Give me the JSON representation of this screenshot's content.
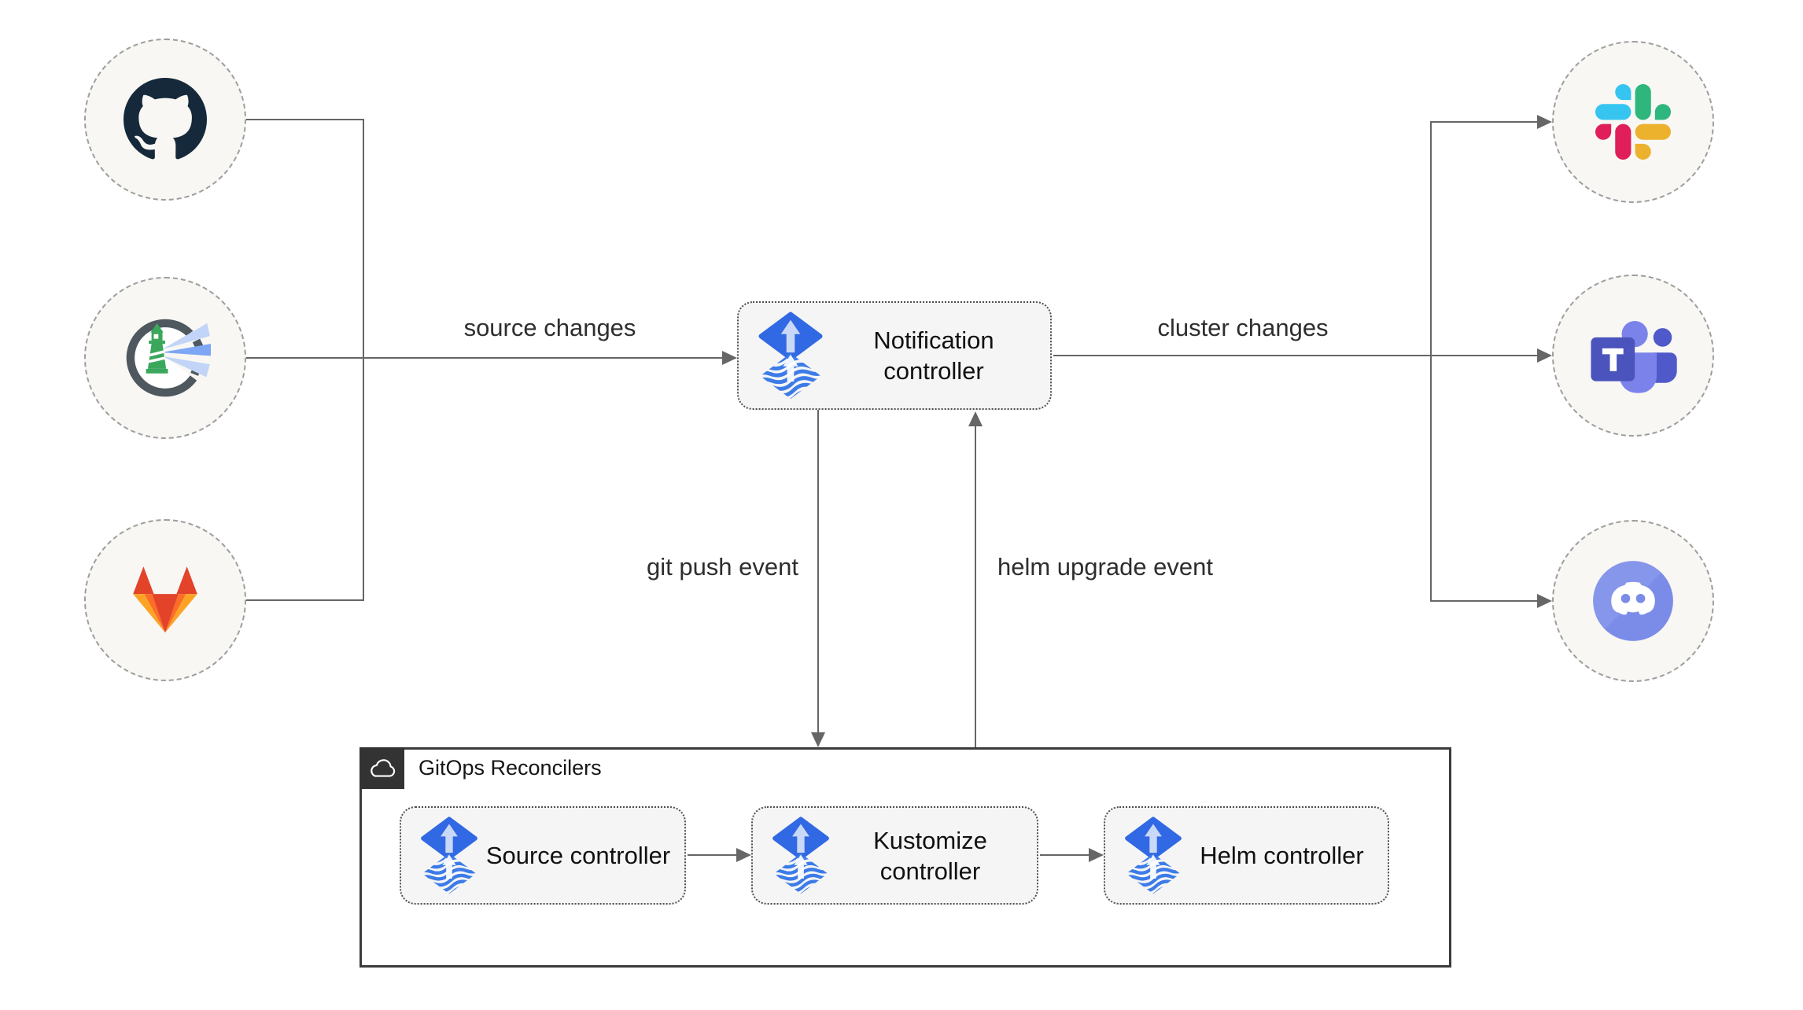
{
  "edge_labels": {
    "source_changes": "source changes",
    "cluster_changes": "cluster changes",
    "git_push_event": "git push event",
    "helm_upgrade_event": "helm upgrade event"
  },
  "notification_controller": {
    "label": "Notification controller",
    "icon": "flux-icon"
  },
  "sources": [
    {
      "id": "github",
      "icon": "github-icon"
    },
    {
      "id": "harbor",
      "icon": "harbor-icon"
    },
    {
      "id": "gitlab",
      "icon": "gitlab-icon"
    }
  ],
  "alert_targets": [
    {
      "id": "slack",
      "icon": "slack-icon"
    },
    {
      "id": "teams",
      "icon": "microsoft-teams-icon"
    },
    {
      "id": "discord",
      "icon": "discord-icon"
    }
  ],
  "reconcilers_group": {
    "title": "GitOps Reconcilers",
    "icon": "cloud-icon",
    "items": [
      {
        "label": "Source controller",
        "icon": "flux-icon"
      },
      {
        "label": "Kustomize controller",
        "icon": "flux-icon"
      },
      {
        "label": "Helm controller",
        "icon": "flux-icon"
      }
    ]
  },
  "colors": {
    "line": "#666666",
    "node_fill": "#f5f5f5",
    "node_border": "#4f4f4f",
    "circle_fill": "#f8f7f4",
    "circle_border": "#9e9e9e",
    "group_border": "#3b3b3b",
    "group_header_bg": "#333333",
    "flux_blue": "#3169e4",
    "flux_wave_blue": "#3c7be8",
    "github_dark": "#16293b",
    "harbor_green": "#3aa75c",
    "gitlab_red": "#e24329",
    "gitlab_orange": "#fc6d26",
    "gitlab_yellow": "#fca326",
    "slack_blue": "#36c5f0",
    "slack_green": "#2eb67d",
    "slack_yellow": "#ecb22e",
    "slack_red": "#e01e5a",
    "teams_purple": "#4b53bc",
    "discord_blurple": "#7b8ce8",
    "text": "#141414"
  }
}
